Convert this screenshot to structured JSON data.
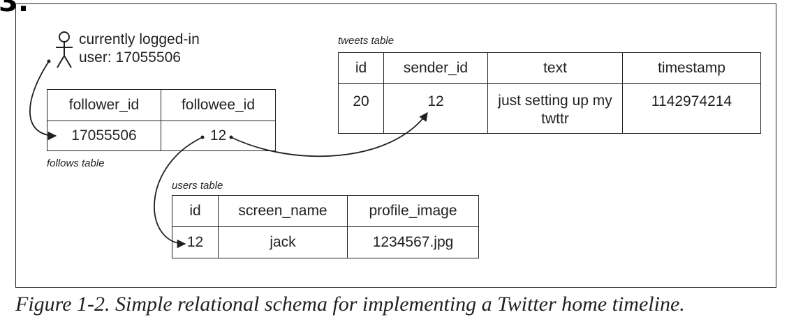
{
  "user": {
    "line1": "currently logged-in",
    "line2": "user: 17055506"
  },
  "follows": {
    "caption": "follows table",
    "headers": [
      "follower_id",
      "followee_id"
    ],
    "row": [
      "17055506",
      "12"
    ]
  },
  "tweets": {
    "caption": "tweets table",
    "headers": [
      "id",
      "sender_id",
      "text",
      "timestamp"
    ],
    "row": [
      "20",
      "12",
      "just setting up my twttr",
      "1142974214"
    ]
  },
  "users": {
    "caption": "users table",
    "headers": [
      "id",
      "screen_name",
      "profile_image"
    ],
    "row": [
      "12",
      "jack",
      "1234567.jpg"
    ]
  },
  "figure_caption": "Figure 1-2. Simple relational schema for implementing a Twitter home timeline."
}
